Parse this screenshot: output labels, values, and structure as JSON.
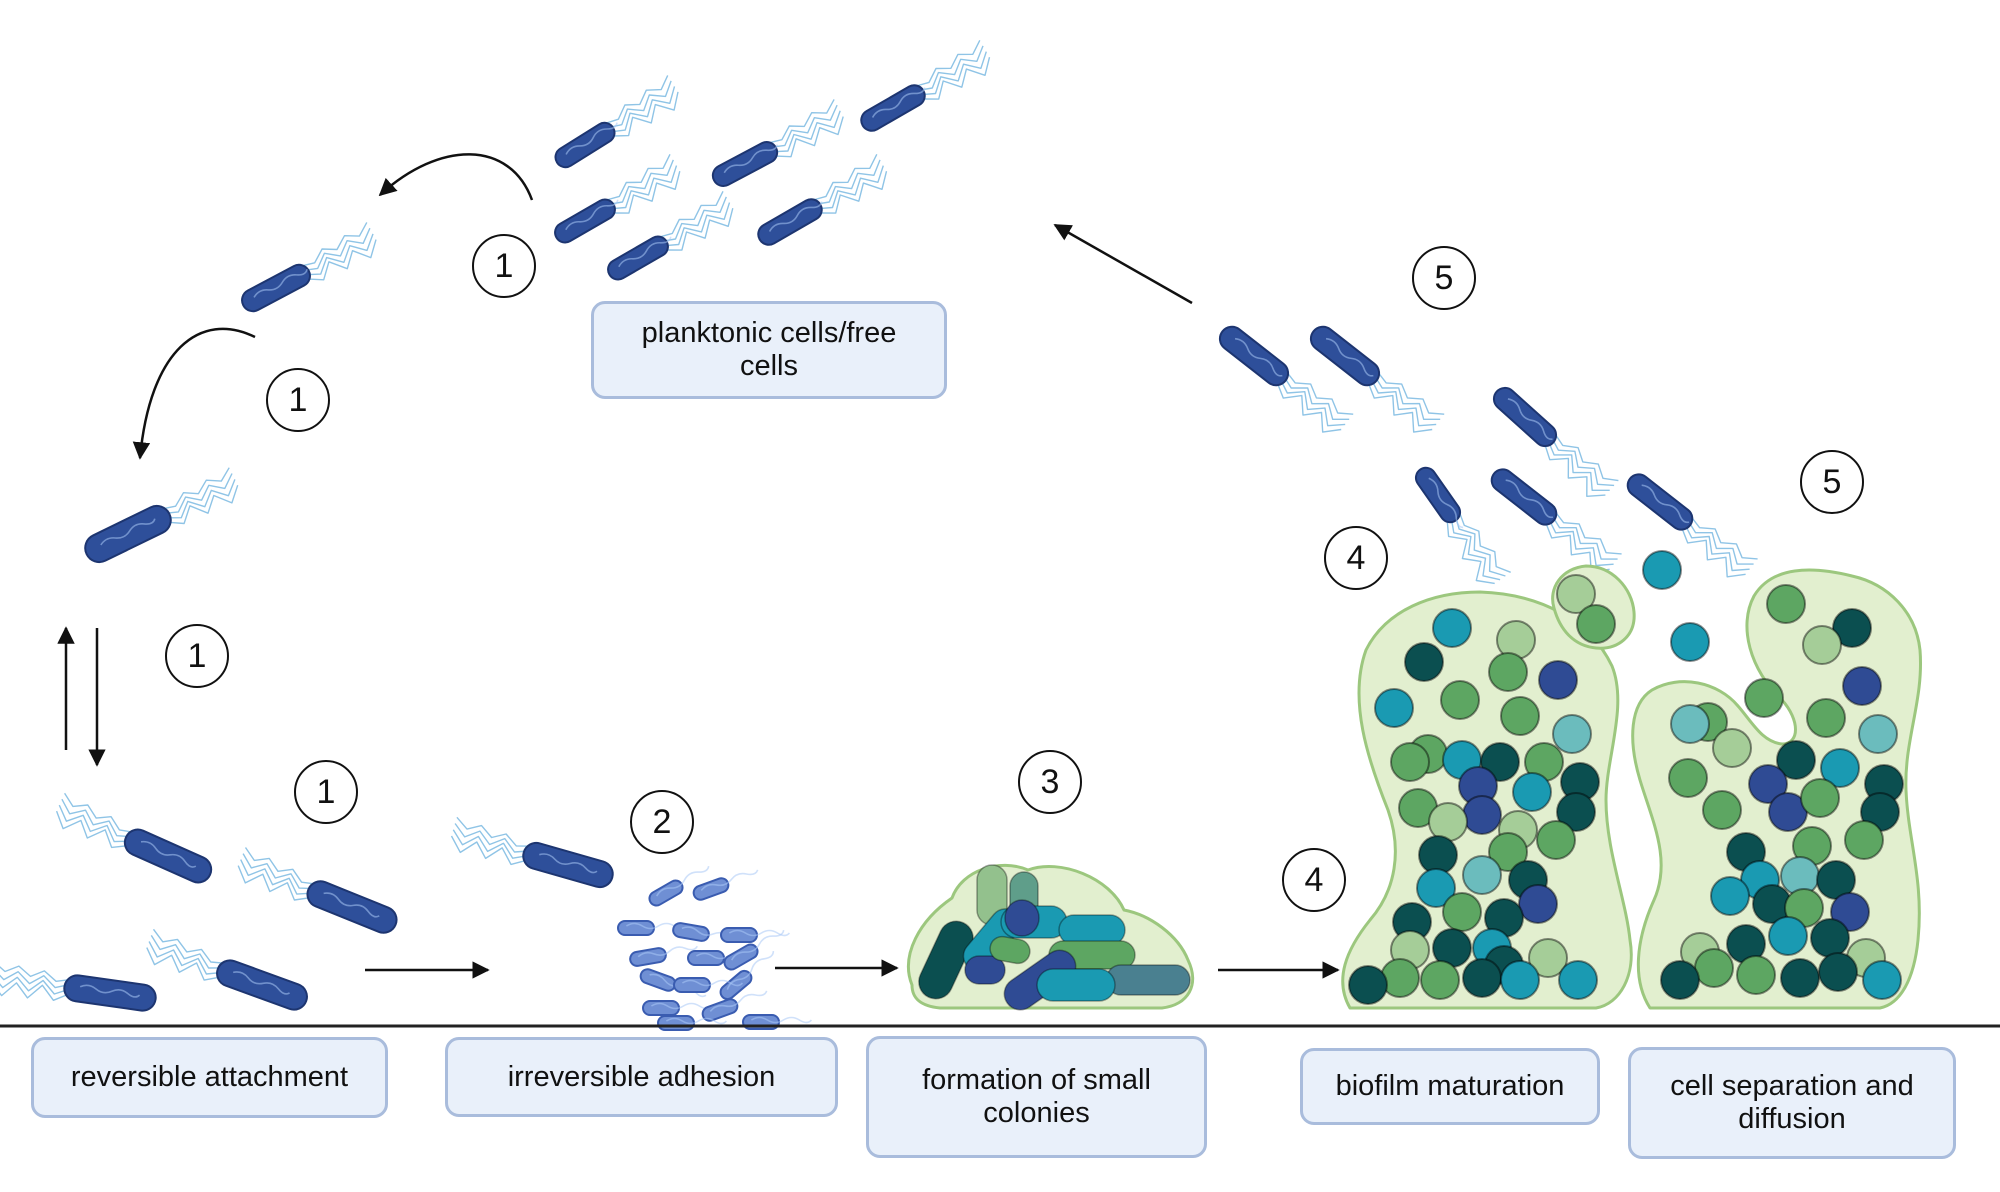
{
  "labels": {
    "planktonic": "planktonic cells/free cells",
    "reversible": "reversible attachment",
    "irreversible": "irreversible adhesion",
    "colonies": "formation of small colonies",
    "maturation": "biofilm maturation",
    "separation": "cell separation and diffusion"
  },
  "steps": {
    "one": "1",
    "two": "2",
    "three": "3",
    "four": "4",
    "five": "5"
  },
  "colors": {
    "bacteria": "#2e4f9a",
    "bacteria_light": "#6f8fd4",
    "matrix_fill": "#e2efcf",
    "matrix_stroke": "#9cc77e",
    "cell_dark_teal": "#0b4f50",
    "cell_teal": "#1a9ab2",
    "cell_green": "#5da662",
    "cell_navy": "#2f4b94",
    "cell_pale_teal": "#6bbcbd",
    "cell_pale_green": "#a5cd98"
  }
}
